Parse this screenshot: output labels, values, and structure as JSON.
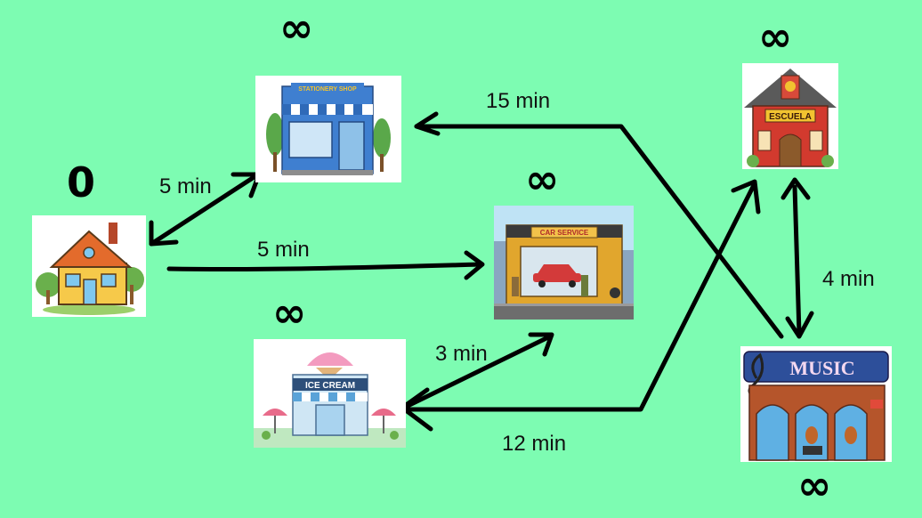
{
  "nodes": {
    "house": {
      "distance": "0"
    },
    "stationery": {
      "distance": "∞",
      "sign": "STATIONERY SHOP"
    },
    "car_service": {
      "distance": "∞",
      "sign": "CAR SERVICE"
    },
    "ice_cream": {
      "distance": "∞",
      "sign": "ICE CREAM"
    },
    "school": {
      "distance": "∞",
      "sign": "ESCUELA"
    },
    "music": {
      "distance": "∞",
      "sign": "MUSIC"
    }
  },
  "edges": [
    {
      "id": "house-stationery",
      "label": "5 min"
    },
    {
      "id": "house-car",
      "label": "5 min"
    },
    {
      "id": "car-icecream",
      "label": "3 min"
    },
    {
      "id": "icecream-school",
      "label": "12 min"
    },
    {
      "id": "music-stationery",
      "label": "15 min"
    },
    {
      "id": "school-music",
      "label": "4 min"
    }
  ],
  "colors": {
    "background": "#7dfcb2",
    "stroke": "#000000"
  }
}
